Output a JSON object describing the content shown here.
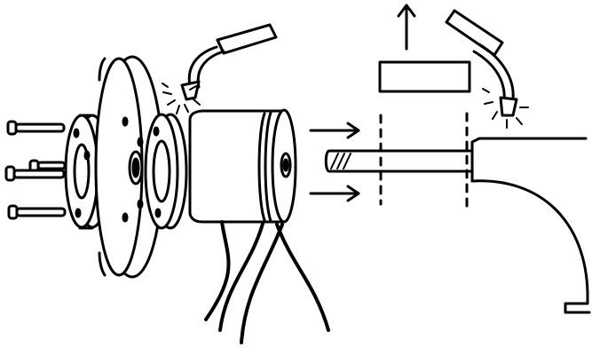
{
  "diagram": {
    "kind": "exploded-assembly-line-drawing",
    "line_color": "#000000",
    "background_color": "#ffffff",
    "parts": [
      {
        "name": "bolts",
        "count": 4
      },
      {
        "name": "left-flange"
      },
      {
        "name": "large-disc"
      },
      {
        "name": "right-flange"
      },
      {
        "name": "cylindrical-motor"
      },
      {
        "name": "motor-wires",
        "count": 4
      },
      {
        "name": "welding-torch",
        "count": 2
      },
      {
        "name": "shaft"
      },
      {
        "name": "removed-section-block"
      },
      {
        "name": "housing"
      }
    ],
    "arrows": [
      {
        "name": "insert-arrow-top",
        "direction": "right"
      },
      {
        "name": "insert-arrow-bottom",
        "direction": "right"
      },
      {
        "name": "lift-arrow",
        "direction": "up"
      }
    ],
    "cut_lines": 2
  }
}
